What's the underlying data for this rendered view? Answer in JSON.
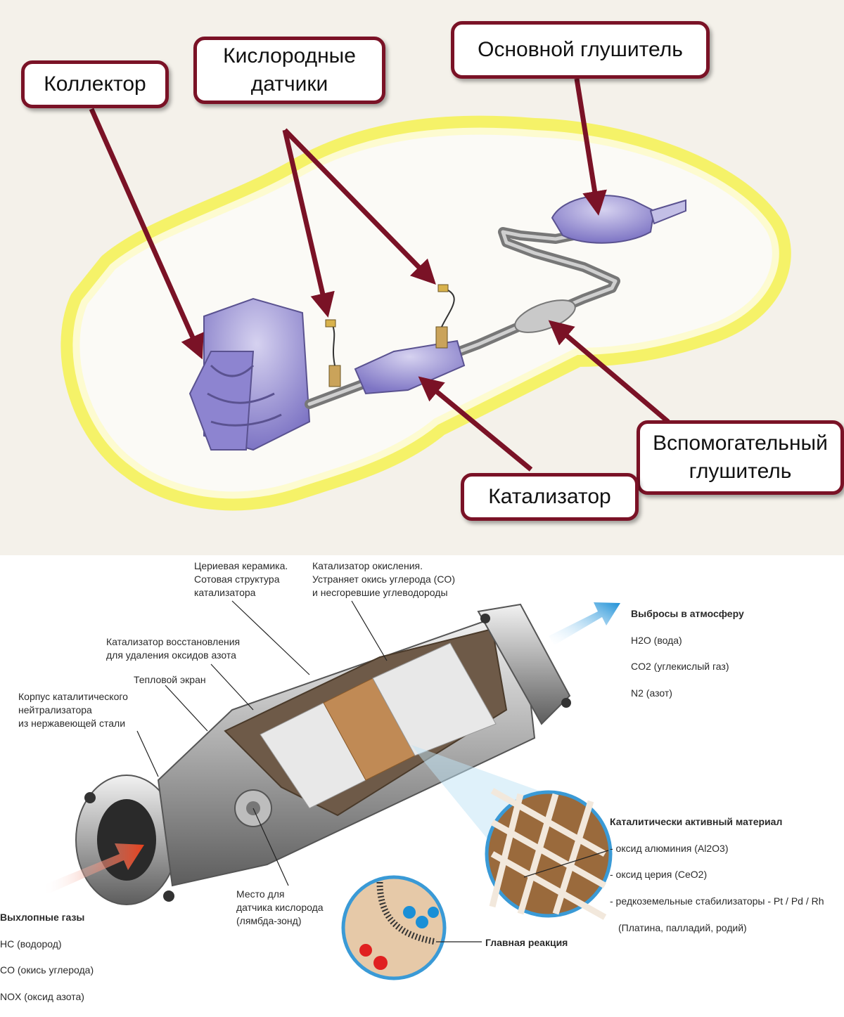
{
  "top": {
    "callouts": {
      "collector": "Коллектор",
      "oxygen_sensors": "Кислородные\nдатчики",
      "main_muffler": "Основной глушитель",
      "aux_muffler": "Вспомогательный\nглушитель",
      "catalyst": "Катализатор"
    }
  },
  "bottom": {
    "ceria": "Цериевая керамика.\nСотовая структура\nкатализатора",
    "oxidation": "Катализатор окисления.\nУстраняет окись углерода (CO)\nи несгоревшие углеводороды",
    "reduction": "Катализатор восстановления\nдля удаления оксидов азота",
    "heat_shield": "Тепловой экран",
    "housing": "Корпус каталитического\nнейтрализатора\nиз нержавеющей стали",
    "emissions": {
      "title": "Выбросы в атмосферу",
      "lines": [
        "H2O (вода)",
        "CO2 (углекислый газ)",
        "N2 (азот)"
      ]
    },
    "active_material": {
      "title": "Каталитически активный материал",
      "lines": [
        "- оксид алюминия (Al2O3)",
        "- оксид церия (CeO2)",
        "- редкоземельные стабилизаторы - Pt / Pd / Rh",
        "  (Платина, палладий, родий)"
      ]
    },
    "exhaust": {
      "title": "Выхлопные газы",
      "lines": [
        "HC (водород)",
        "CO (окись углерода)",
        "NOX (оксид азота)"
      ]
    },
    "sensor_place": "Место для\nдатчика кислорода\n(лямбда-зонд)",
    "main_reaction": "Главная реакция"
  },
  "colors": {
    "callout_border": "#7a1226",
    "arrow": "#7a1226",
    "glow": "#f5f25a",
    "exhaust_parts": "#9d95d8",
    "in_arrow": "#e8401c",
    "out_arrow": "#1a8fd6"
  }
}
